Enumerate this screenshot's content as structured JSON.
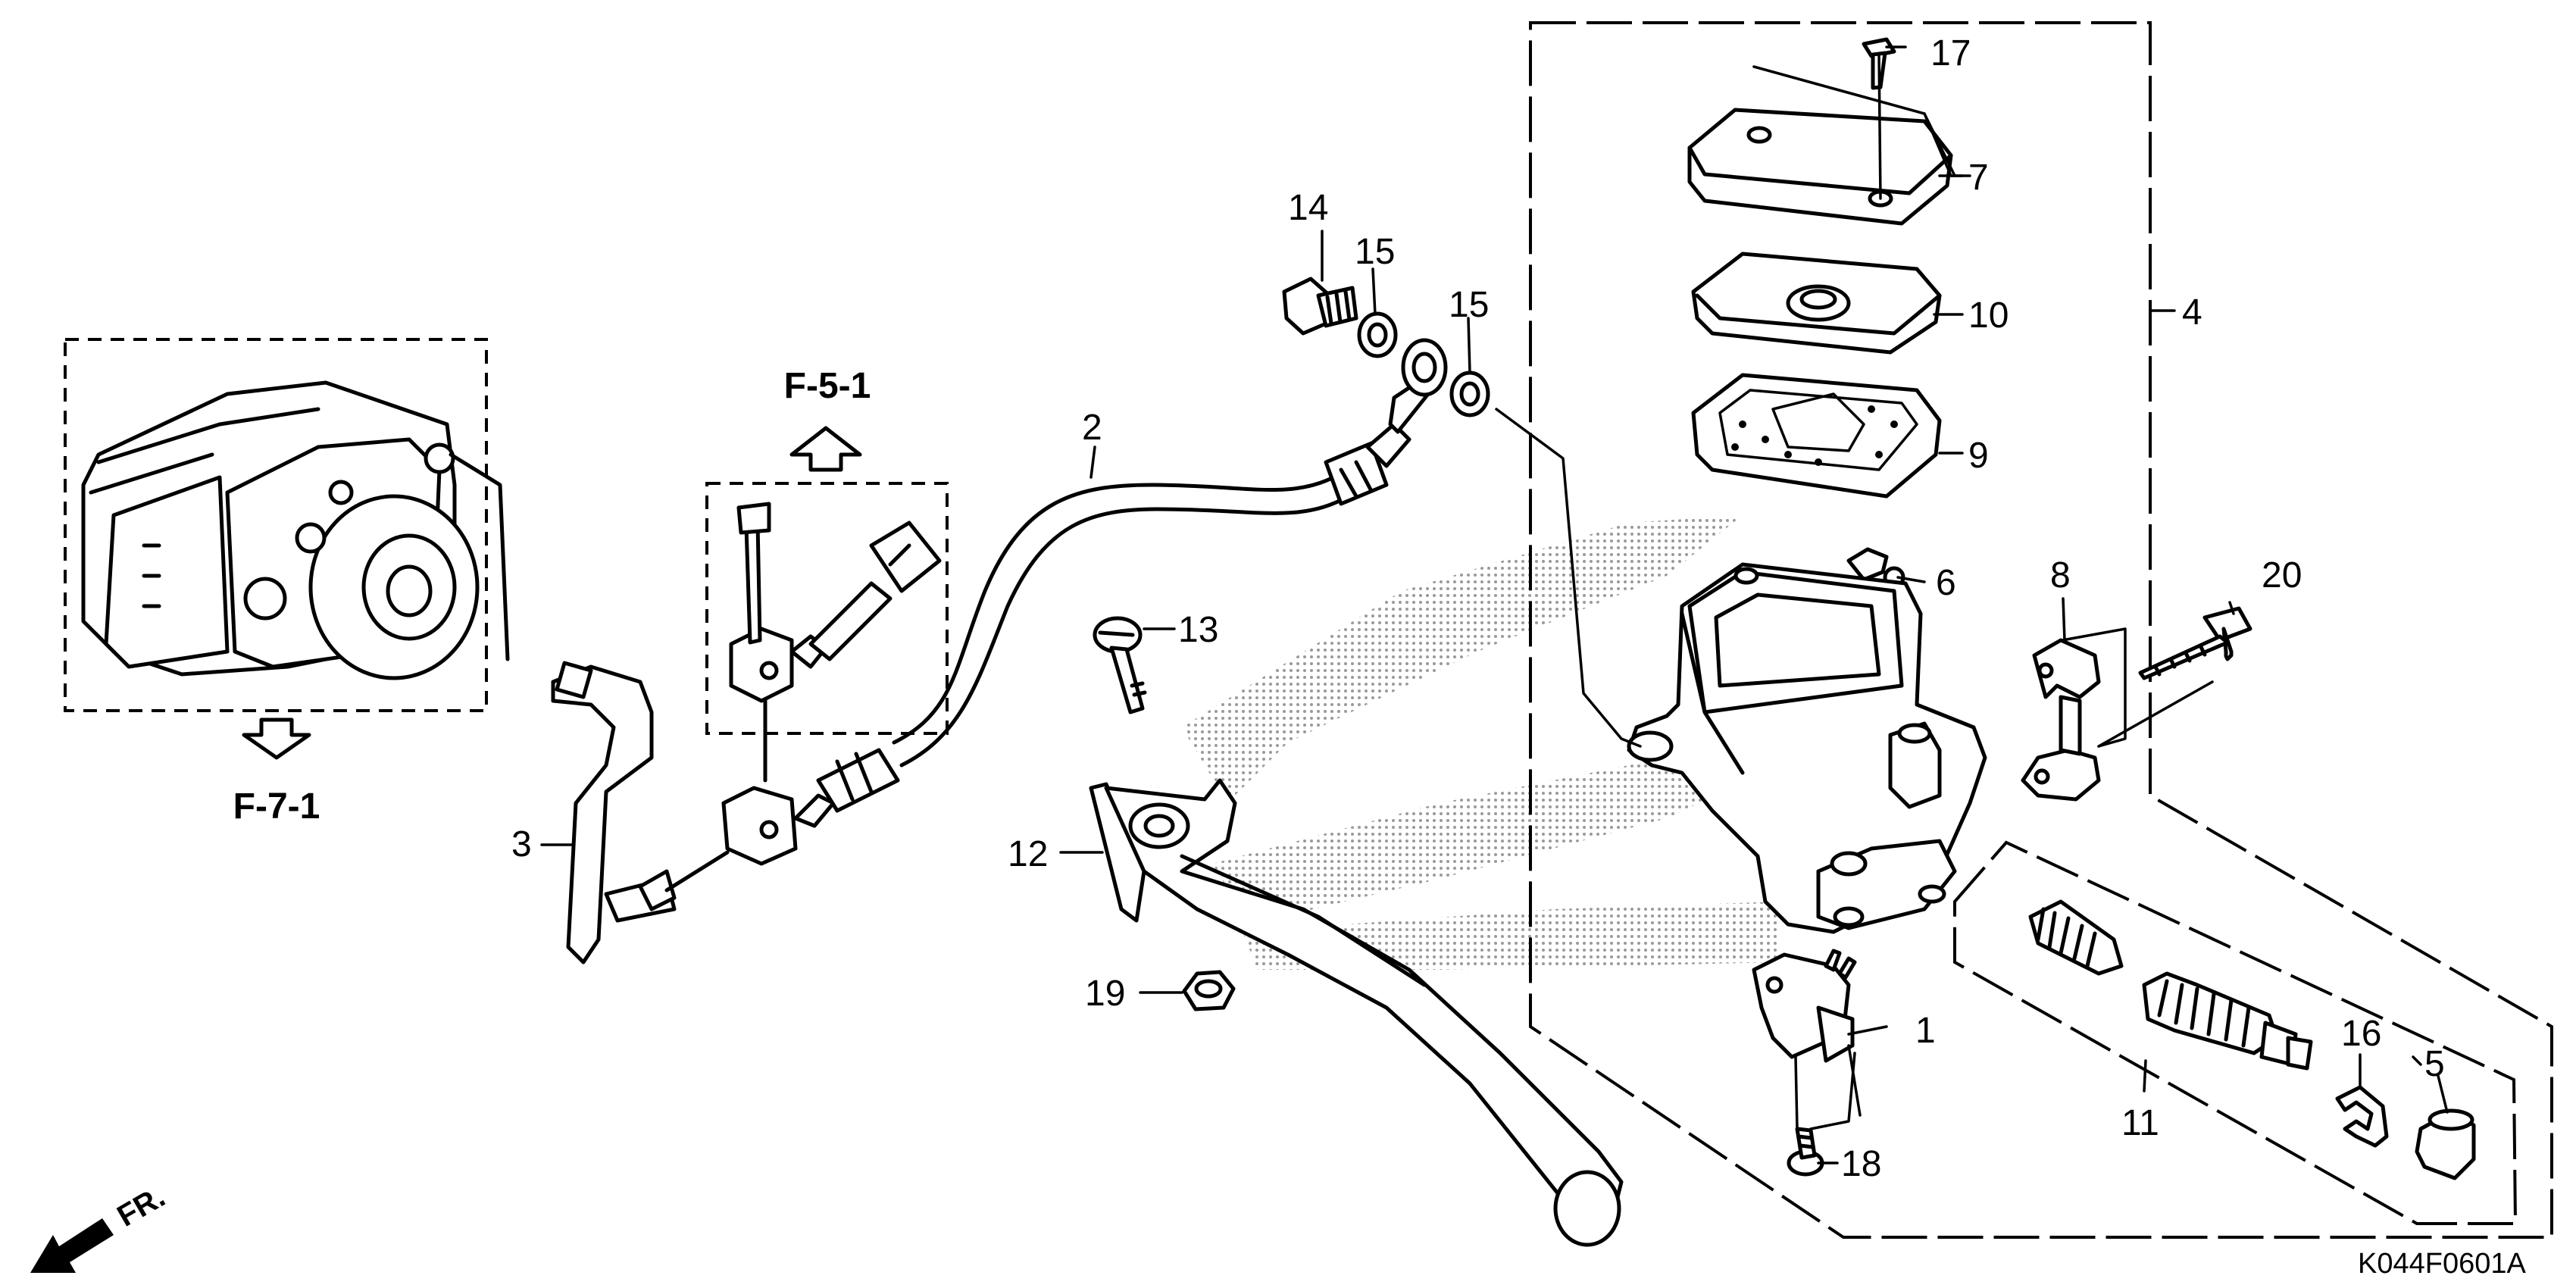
{
  "callouts": {
    "c1": "1",
    "c2": "2",
    "c3": "3",
    "c4": "4",
    "c5": "5",
    "c6": "6",
    "c7": "7",
    "c8": "8",
    "c9": "9",
    "c10": "10",
    "c11": "11",
    "c12": "12",
    "c13": "13",
    "c14": "14",
    "c15a": "15",
    "c15b": "15",
    "c16": "16",
    "c17": "17",
    "c18": "18",
    "c19": "19",
    "c20": "20"
  },
  "references": {
    "abs_unit": "F-7-1",
    "hose_joint": "F-5-1"
  },
  "direction_label": "FR.",
  "diagram_code": "K044F0601A",
  "colors": {
    "line": "#000000",
    "background": "#ffffff",
    "stipple": "#9a9a9a"
  }
}
